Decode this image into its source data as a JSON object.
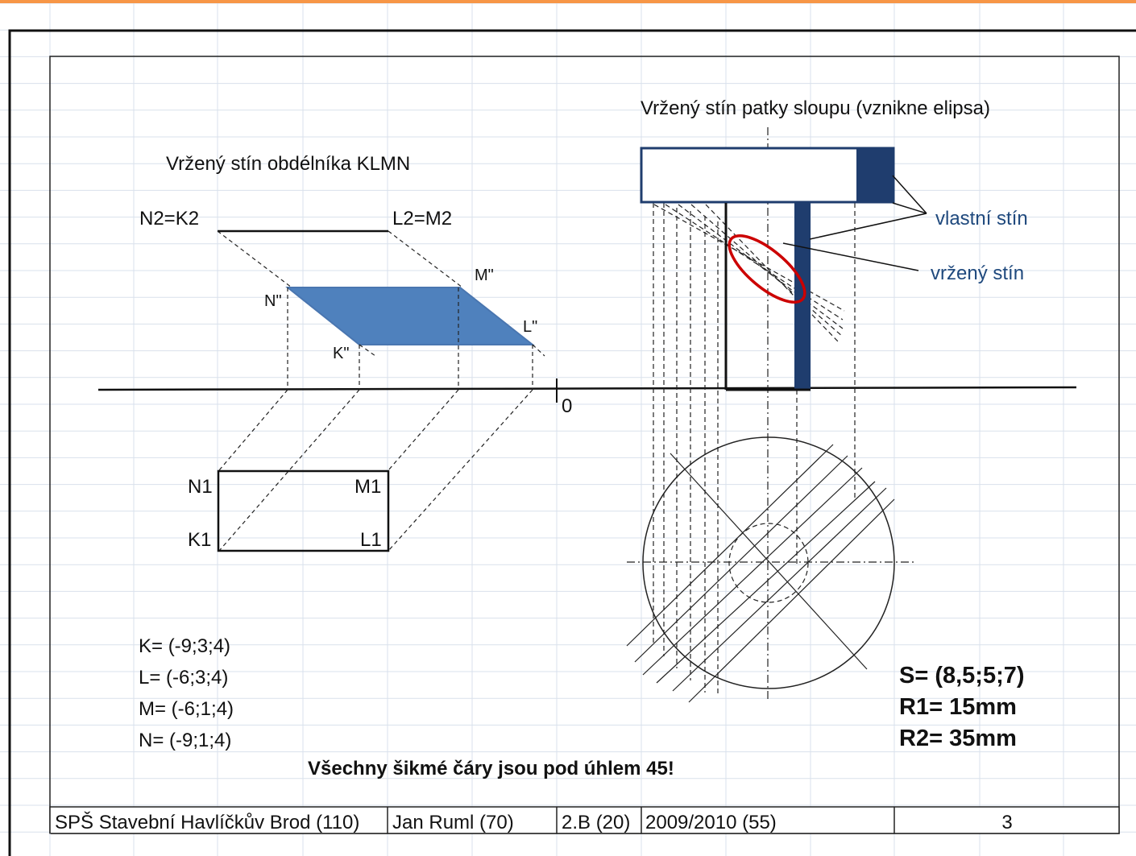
{
  "drawing": {
    "rect_title": "Vržený stín obdélníka KLMN",
    "base_title": "Vržený stín patky sloupu (vznikne elipsa)",
    "labels": {
      "n2k2": "N2=K2",
      "l2m2": "L2=M2",
      "m_shadow": "M\"",
      "n_shadow": "N\"",
      "l_shadow": "L\"",
      "k_shadow": "K\"",
      "origin": "0",
      "n1": "N1",
      "m1": "M1",
      "k1": "K1",
      "l1": "L1"
    },
    "callouts": {
      "own_shadow": "vlastní stín",
      "cast_shadow": "vržený stín"
    },
    "coordinates": {
      "k": "K= (-9;3;4)",
      "l": "L= (-6;3;4)",
      "m": "M= (-6;1;4)",
      "n": "N= (-9;1;4)"
    },
    "specs": {
      "s": "S= (8,5;5;7)",
      "r1": "R1= 15mm",
      "r2": "R2= 35mm"
    },
    "note": "Všechny šikmé čáry jsou pod úhlem 45!"
  },
  "footer": {
    "school": "SPŠ Stavební Havlíčkův Brod (110)",
    "author": "Jan Ruml (70)",
    "class": "2.B (20)",
    "year": "2009/2010 (55)",
    "page": "3"
  },
  "colors": {
    "accent_top": "#f79646",
    "grid": "#d9e1ec",
    "shadow_fill": "#4f81bd",
    "column_dark": "#1f3d6e",
    "ellipse": "#cc0000",
    "label_blue": "#1f497d"
  }
}
